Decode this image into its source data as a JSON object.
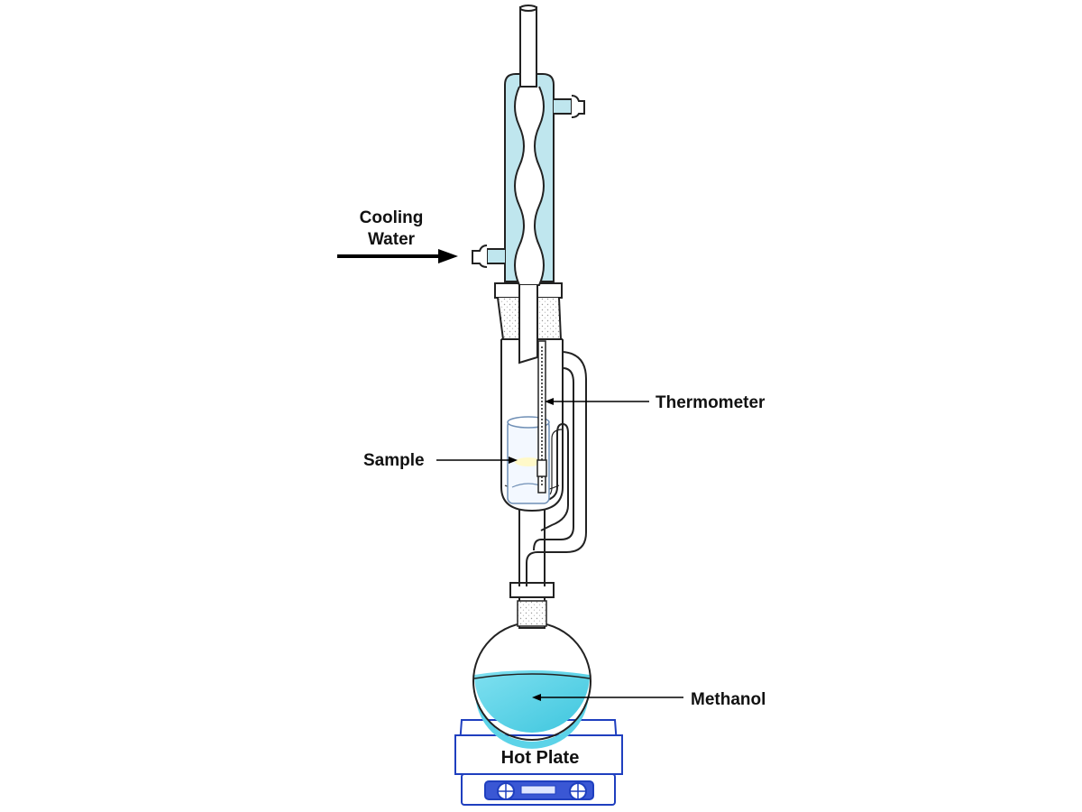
{
  "labels": {
    "cooling_water_line1": "Cooling",
    "cooling_water_line2": "Water",
    "thermometer": "Thermometer",
    "sample": "Sample",
    "methanol": "Methanol",
    "hot_plate": "Hot Plate"
  },
  "colors": {
    "glass_outline": "#222222",
    "cooling_water": "#bfe6ee",
    "methanol_liquid": "#5cd3e8",
    "hot_plate": "#1f3fbf",
    "hot_plate_knob": "#3a57d4",
    "arrow": "#000000"
  }
}
